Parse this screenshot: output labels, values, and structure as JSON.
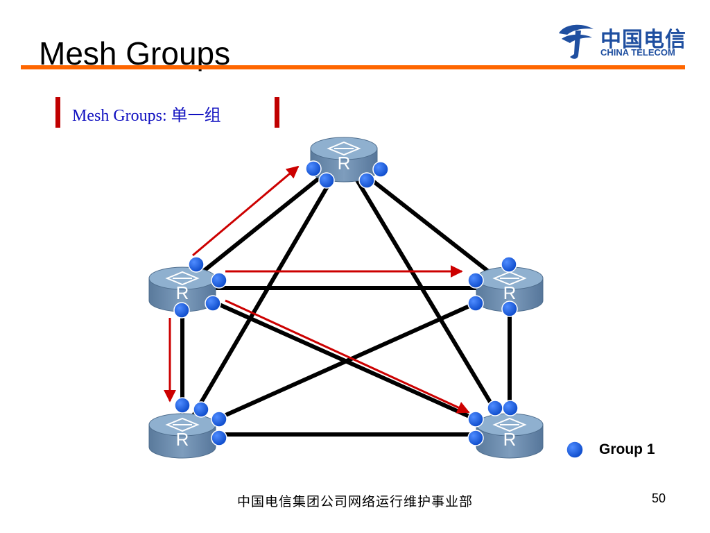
{
  "slide": {
    "title": "Mesh Groups",
    "subtitle": "Mesh Groups: 单一组",
    "footer": "中国电信集团公司网络运行维护事业部",
    "page_number": "50"
  },
  "logo": {
    "cn": "中国电信",
    "en": "CHINA TELECOM"
  },
  "diagram": {
    "nodes": [
      {
        "id": "top",
        "label": "R"
      },
      {
        "id": "mid-left",
        "label": "R"
      },
      {
        "id": "mid-right",
        "label": "R"
      },
      {
        "id": "bottom-left",
        "label": "R"
      },
      {
        "id": "bottom-right",
        "label": "R"
      }
    ],
    "links": [
      [
        "top",
        "mid-left"
      ],
      [
        "top",
        "mid-right"
      ],
      [
        "top",
        "bottom-left"
      ],
      [
        "top",
        "bottom-right"
      ],
      [
        "mid-left",
        "mid-right"
      ],
      [
        "mid-left",
        "bottom-left"
      ],
      [
        "mid-left",
        "bottom-right"
      ],
      [
        "mid-right",
        "bottom-left"
      ],
      [
        "mid-right",
        "bottom-right"
      ],
      [
        "bottom-left",
        "bottom-right"
      ]
    ],
    "flows": [
      [
        "mid-left",
        "top"
      ],
      [
        "mid-left",
        "mid-right"
      ],
      [
        "mid-left",
        "bottom-left"
      ],
      [
        "mid-left",
        "bottom-right"
      ]
    ]
  },
  "legend": {
    "label": "Group 1"
  },
  "colors": {
    "accent_orange": "#ff6600",
    "flow_red": "#cc0000",
    "interface_blue": "#1a5fd6",
    "router_body": "#6f8fb0",
    "link_black": "#000000",
    "subtitle_blue": "#1010c0"
  }
}
